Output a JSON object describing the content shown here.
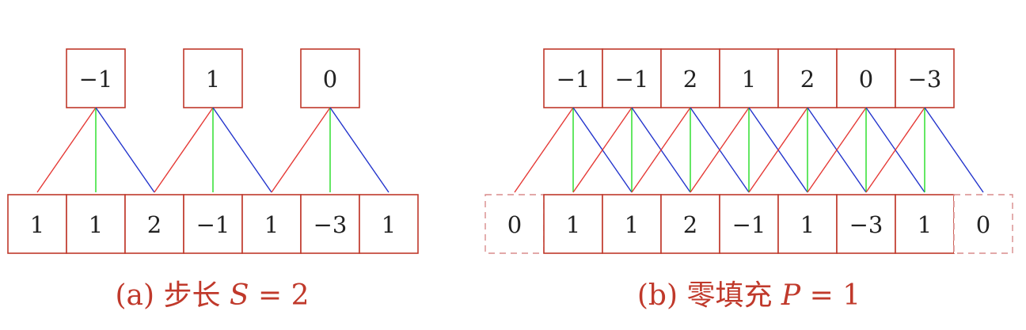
{
  "colors": {
    "box_stroke": "#c0392b",
    "pad_stroke": "#d98c8c",
    "edge_left": "#e53935",
    "edge_center": "#22dd22",
    "edge_right": "#2233cc",
    "caption": "#c0392b"
  },
  "diagram_a": {
    "caption_prefix": "(a) 步长 ",
    "caption_var": "S",
    "caption_rest": " = 2",
    "outputs": [
      "−1",
      "1",
      "0"
    ],
    "inputs": [
      "1",
      "1",
      "2",
      "−1",
      "1",
      "−3",
      "1"
    ],
    "stride": 2,
    "padding": 0
  },
  "diagram_b": {
    "caption_prefix": "(b) 零填充 ",
    "caption_var": "P",
    "caption_rest": " = 1",
    "outputs": [
      "−1",
      "−1",
      "2",
      "1",
      "2",
      "0",
      "−3"
    ],
    "inputs": [
      "0",
      "1",
      "1",
      "2",
      "−1",
      "1",
      "−3",
      "1",
      "0"
    ],
    "stride": 1,
    "padding": 1
  }
}
